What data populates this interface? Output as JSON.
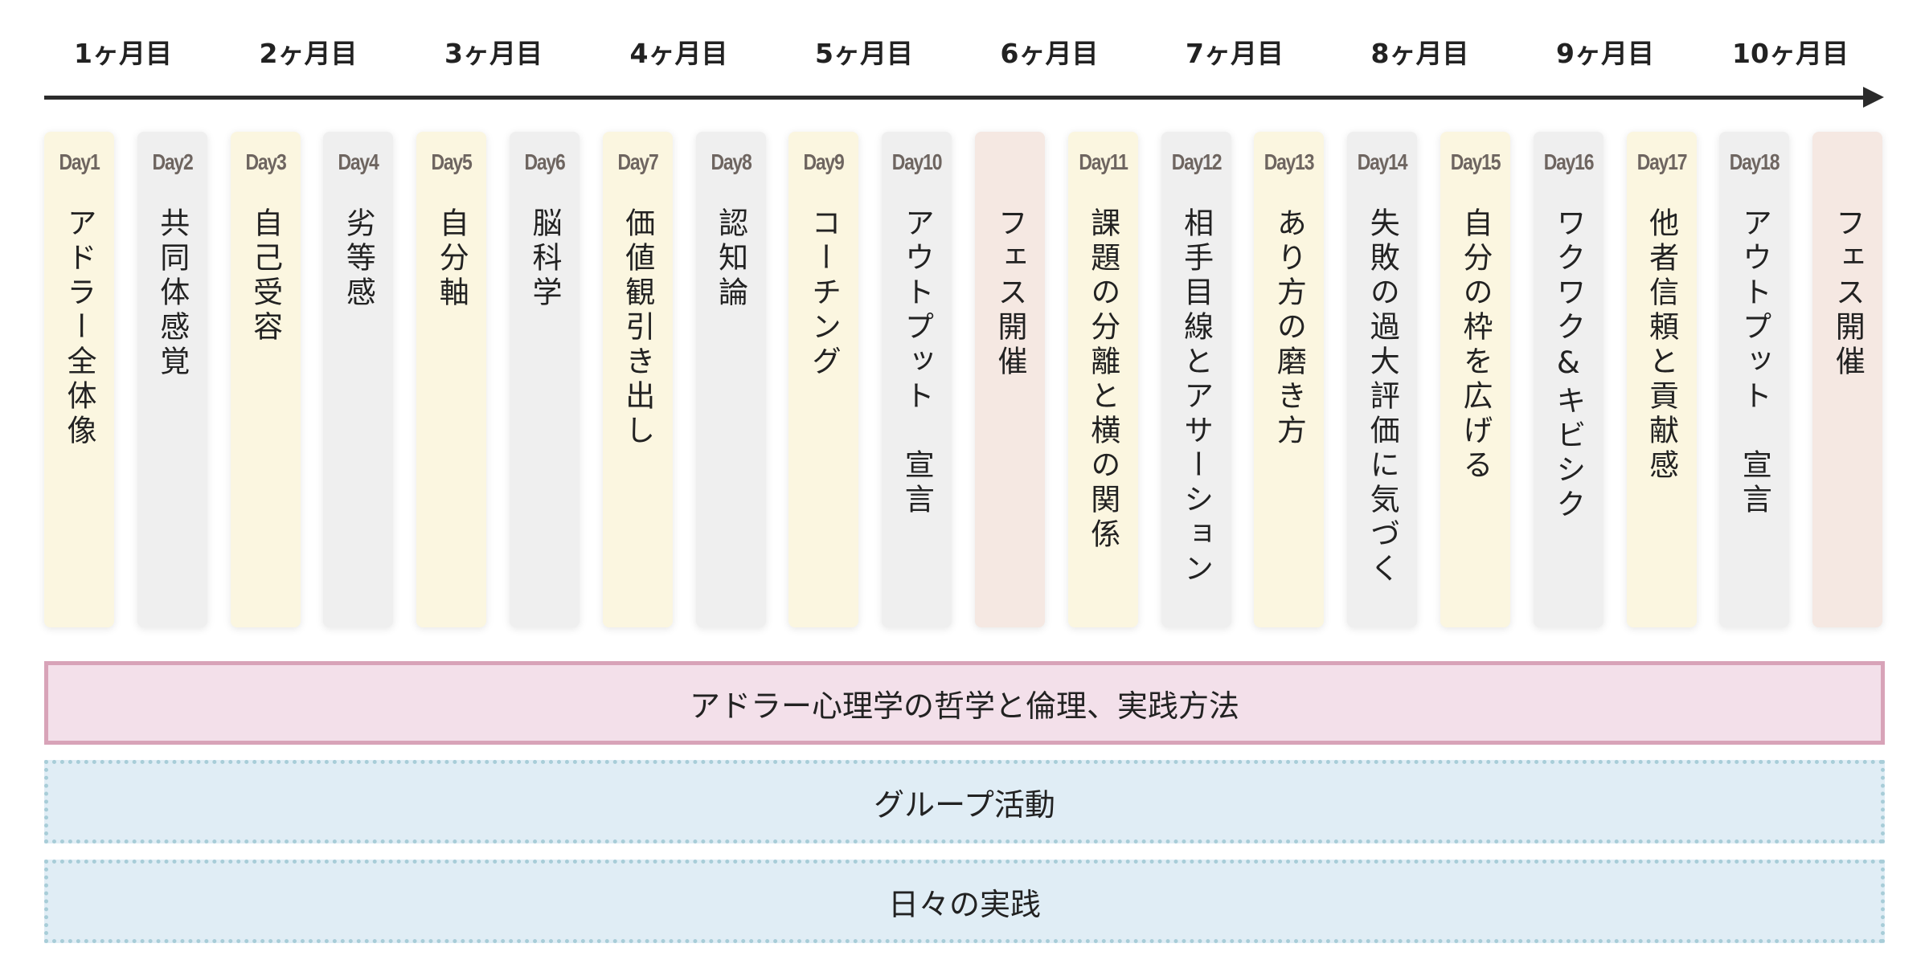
{
  "months": [
    "1ヶ月目",
    "2ヶ月目",
    "3ヶ月目",
    "4ヶ月目",
    "5ヶ月目",
    "6ヶ月目",
    "7ヶ月目",
    "8ヶ月目",
    "9ヶ月目",
    "10ヶ月目"
  ],
  "cards": [
    {
      "day": "Day1",
      "text": "アドラー全体像",
      "color": "y"
    },
    {
      "day": "Day2",
      "text": "共同体感覚",
      "color": "g"
    },
    {
      "day": "Day3",
      "text": "自己受容",
      "color": "y"
    },
    {
      "day": "Day4",
      "text": "劣等感",
      "color": "g"
    },
    {
      "day": "Day5",
      "text": "自分軸",
      "color": "y"
    },
    {
      "day": "Day6",
      "text": "脳科学",
      "color": "g"
    },
    {
      "day": "Day7",
      "text": "価値観引き出し",
      "color": "y"
    },
    {
      "day": "Day8",
      "text": "認知論",
      "color": "g"
    },
    {
      "day": "Day9",
      "text": "コーチング",
      "color": "y"
    },
    {
      "day": "Day10",
      "text": "アウトプット　宣言",
      "color": "g"
    },
    {
      "day": "",
      "text": "フェス開催",
      "color": "f"
    },
    {
      "day": "Day11",
      "text": "課題の分離と横の関係",
      "color": "y"
    },
    {
      "day": "Day12",
      "text": "相手目線とアサーション",
      "color": "g"
    },
    {
      "day": "Day13",
      "text": "あり方の磨き方",
      "color": "y"
    },
    {
      "day": "Day14",
      "text": "失敗の過大評価に気づく",
      "color": "g"
    },
    {
      "day": "Day15",
      "text": "自分の枠を広げる",
      "color": "y"
    },
    {
      "day": "Day16",
      "text": "ワクワク&キビシク",
      "color": "g"
    },
    {
      "day": "Day17",
      "text": "他者信頼と貢献感",
      "color": "y"
    },
    {
      "day": "Day18",
      "text": "アウトプット　宣言",
      "color": "g"
    },
    {
      "day": "",
      "text": "フェス開催",
      "color": "f"
    }
  ],
  "bands": {
    "philosophy": "アドラー心理学の哲学と倫理、実践方法",
    "group": "グループ活動",
    "daily": "日々の実践"
  },
  "colors": {
    "yellow": "#fbf6e0",
    "gray": "#efefef",
    "fes": "#f5e8e2",
    "pink": "#f3e0ea",
    "blue": "#e0edf5"
  }
}
